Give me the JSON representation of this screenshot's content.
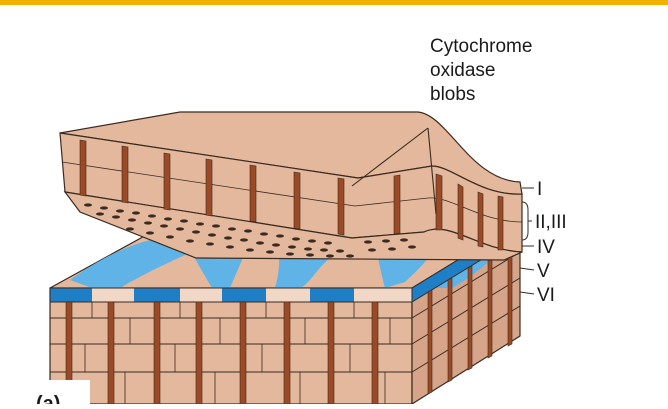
{
  "callout": {
    "line1": "Cytochrome",
    "line2": "oxidase",
    "line3": "blobs"
  },
  "layers": {
    "i": "I",
    "ii_iii": "II,III",
    "iv": "IV",
    "v": "V",
    "vi": "VI"
  },
  "panel_label": "(a)",
  "colors": {
    "top_bar": "#f2b100",
    "tissue": "#e3b89c",
    "tissue_shade": "#d6a488",
    "tissue_dark": "#c99477",
    "blob_stripe": "#9c4a25",
    "layer4_blue": "#5fb3e6",
    "layer4_band": "#1f7fc6",
    "layer4_band_light": "#f1d7c6",
    "outline": "#3a2a20"
  }
}
